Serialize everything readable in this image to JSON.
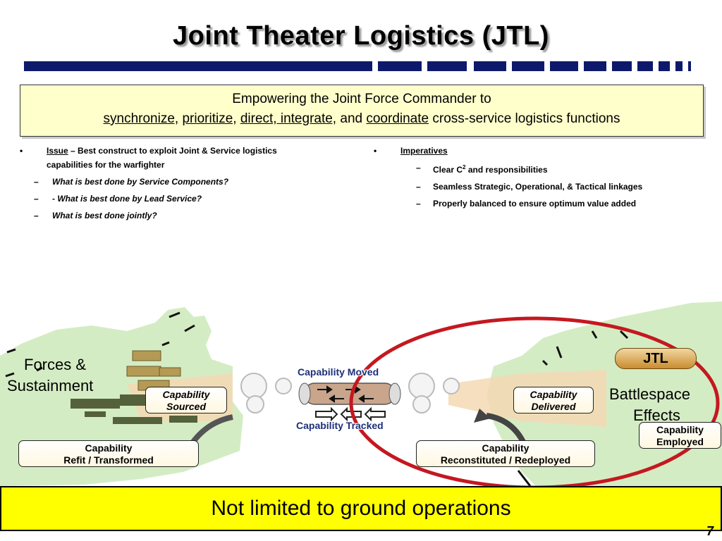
{
  "title": "Joint Theater Logistics (JTL)",
  "mission": {
    "line1": "Empowering the Joint Force Commander to",
    "w1": "synchronize,",
    "w2": "prioritize,",
    "w3": "direct, integrate,",
    "w4": "and",
    "w5": "coordinate",
    "w6": "cross-service logistics functions"
  },
  "issue": {
    "label": "Issue",
    "text": "– Best construct to exploit Joint & Service logistics capabilities for the warfighter",
    "subs": [
      "What is best done by Service Components?",
      "- What is best done by Lead Service?",
      "What is best done jointly?"
    ]
  },
  "imperatives": {
    "label": "Imperatives",
    "sub1_pre": "Clear C",
    "sub1_sup": "2",
    "sub1_post": " and responsibilities",
    "sub2": "Seamless Strategic, Operational, & Tactical linkages",
    "sub3": "Properly balanced to ensure optimum value added"
  },
  "bullet": "•",
  "dash": "–",
  "diagram": {
    "forces_line1": "Forces &",
    "forces_line2": "Sustainment",
    "battlespace_line1": "Battlespace",
    "battlespace_line2": "Effects",
    "cap_sourced_1": "Capability",
    "cap_sourced_2": "Sourced",
    "cap_delivered_1": "Capability",
    "cap_delivered_2": "Delivered",
    "cap_employed_1": "Capability",
    "cap_employed_2": "Employed",
    "cap_refit_1": "Capability",
    "cap_refit_2": "Refit / Transformed",
    "cap_recon_1": "Capability",
    "cap_recon_2": "Reconstituted / Redeployed",
    "moved": "Capability Moved",
    "tracked": "Capability Tracked",
    "jtl": "JTL"
  },
  "bottom": "Not limited to ground operations",
  "page_number": "7",
  "colors": {
    "title_bar": "#0d1a6b",
    "mission_bg": "#ffffcc",
    "bottom_bg": "#ffff00",
    "land": "#d4ecc4",
    "circle": "#c41820"
  }
}
